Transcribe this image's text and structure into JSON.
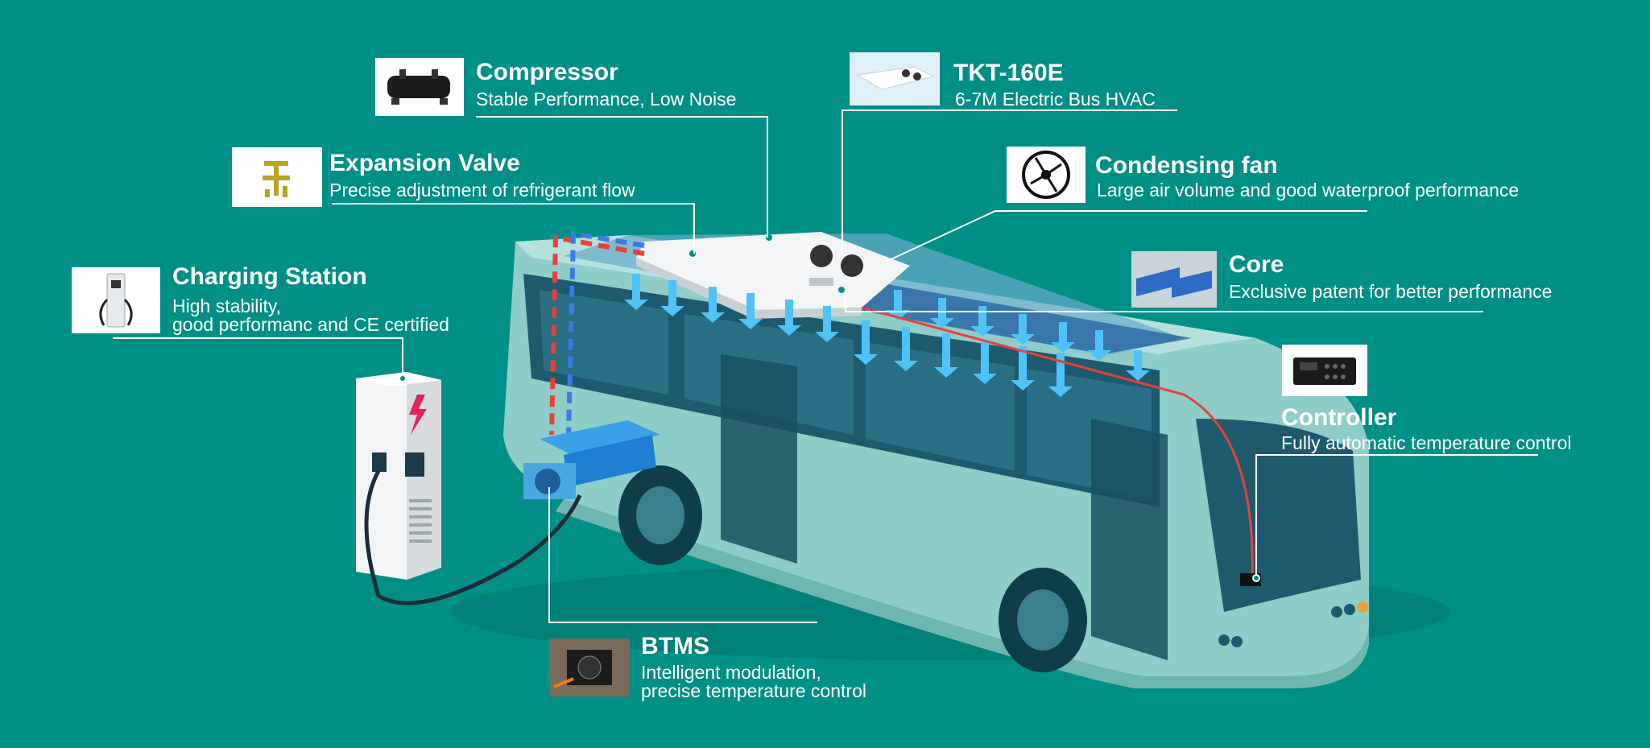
{
  "colors": {
    "background": "#008f87",
    "callout_line": "#ffffff",
    "bus_body": "#8ecdc8",
    "bus_glass": "#1d5a6e",
    "airflow": "#4fc3f7",
    "refrigerant_hot": "#e8403a",
    "refrigerant_cold": "#3a7be8",
    "charger_bolt": "#e0245e"
  },
  "callouts": {
    "compressor": {
      "title": "Compressor",
      "desc": "Stable Performance, Low Noise",
      "icon": "compressor-photo"
    },
    "tkt": {
      "title": "TKT-160E",
      "desc": "6-7M Electric Bus HVAC",
      "icon": "hvac-unit-photo"
    },
    "expansion_valve": {
      "title": "Expansion Valve",
      "desc": "Precise adjustment of refrigerant flow",
      "icon": "expansion-valve-photo"
    },
    "condensing_fan": {
      "title": "Condensing fan",
      "desc": "Large air volume and good waterproof performance",
      "icon": "fan-photo"
    },
    "core": {
      "title": "Core",
      "desc": "Exclusive patent for better performance",
      "icon": "core-photo"
    },
    "charging_station": {
      "title": "Charging Station",
      "desc_line1": "High stability,",
      "desc_line2": "good performanc and CE certified",
      "icon": "charger-photo"
    },
    "controller": {
      "title": "Controller",
      "desc": "Fully automatic temperature control",
      "icon": "controller-photo"
    },
    "btms": {
      "title": "BTMS",
      "desc_line1": "Intelligent modulation,",
      "desc_line2": "precise temperature control",
      "icon": "btms-photo"
    }
  }
}
